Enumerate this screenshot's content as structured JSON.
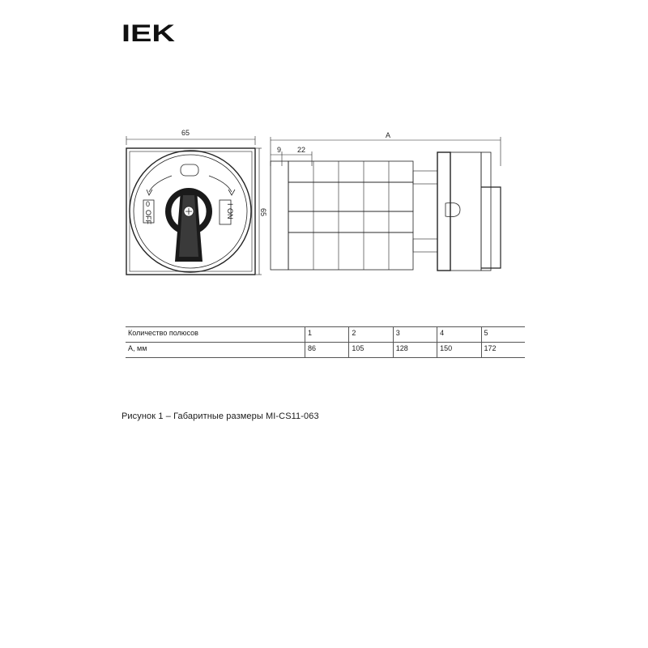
{
  "logo": {
    "text": "IEK",
    "icon": "iek-logo"
  },
  "drawing": {
    "width_dim": "65",
    "height_dim": "65",
    "length_dim": "A",
    "offset_dim_1": "9",
    "offset_dim_2": "22",
    "label_off": "OFF",
    "label_on": "ON",
    "label_zero": "0",
    "label_one": "I"
  },
  "table": {
    "rows": [
      {
        "header": "Количество полюсов",
        "values": [
          "1",
          "2",
          "3",
          "4",
          "5"
        ]
      },
      {
        "header": "A, мм",
        "values": [
          "86",
          "105",
          "128",
          "150",
          "172"
        ]
      }
    ]
  },
  "caption": "Рисунок 1 – Габаритные размеры MI-CS11-063"
}
